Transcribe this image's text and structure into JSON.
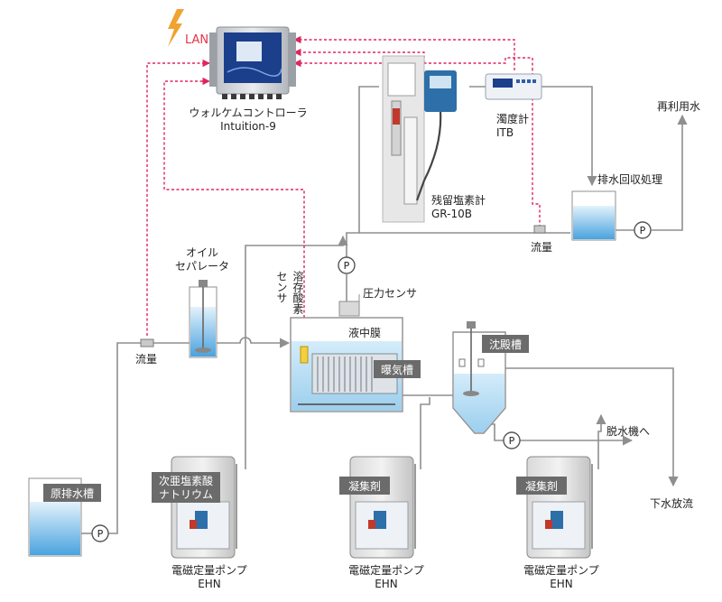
{
  "lan": {
    "label": "LAN"
  },
  "controller": {
    "name": "ウォルケムコントローラ",
    "model": "Intuition-9"
  },
  "turbidity": {
    "name": "濁度計",
    "model": "ITB"
  },
  "chlorine": {
    "name": "残留塩素計",
    "model": "GR-10B"
  },
  "reuse": {
    "label": "再利用水"
  },
  "wastewater_recovery": {
    "label": "排水回収処理"
  },
  "flow_right": {
    "label": "流量"
  },
  "flow_left": {
    "label": "流量"
  },
  "oil_separator": {
    "line1": "オイル",
    "line2": "セパレータ"
  },
  "do_sensor": {
    "col1": "溶存酸素",
    "col2": "センサ"
  },
  "pressure_sensor": {
    "label": "圧力センサ"
  },
  "membrane": {
    "label": "液中膜"
  },
  "aeration_tank": {
    "label": "曝気槽"
  },
  "settling_tank": {
    "label": "沈殿槽"
  },
  "dehydrator": {
    "label": "脱水機へ"
  },
  "sewer": {
    "label": "下水放流"
  },
  "raw_water_tank": {
    "label": "原排水槽"
  },
  "pump_symbol": "P",
  "pumps": [
    {
      "tag_line1": "次亜塩素酸",
      "tag_line2": "ナトリウム",
      "caption": "電磁定量ポンプ",
      "model": "EHN"
    },
    {
      "tag_line1": "凝集剤",
      "tag_line2": "",
      "caption": "電磁定量ポンプ",
      "model": "EHN"
    },
    {
      "tag_line1": "凝集剤",
      "tag_line2": "",
      "caption": "電磁定量ポンプ",
      "model": "EHN"
    }
  ],
  "colors": {
    "signal": "#e0245e",
    "pipe": "#8f8f8f",
    "water": "#4aa3df",
    "water_light": "#cfe8f7",
    "tag_bg": "#6b6b6b",
    "controller_blue": "#1c3f8c"
  }
}
